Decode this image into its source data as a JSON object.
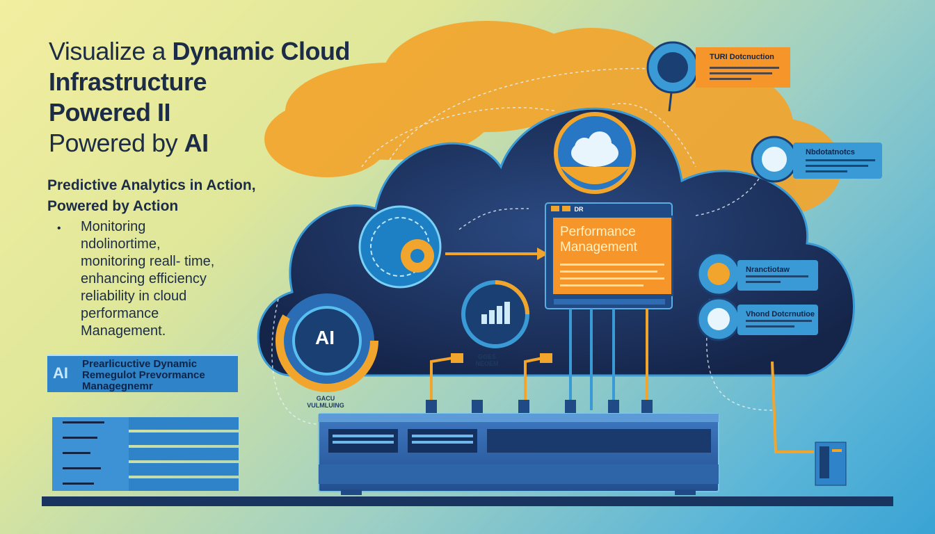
{
  "headline": {
    "line1_light": "Visualize a ",
    "line1_bold": "Dynamic Cloud",
    "line2": "Infrastructure",
    "line3": "Powered II",
    "line4_light": "Powered by ",
    "line4_bold": "AI"
  },
  "subhead": {
    "line1": "Predictive Analytics in Action,",
    "line2": "Powered by Action"
  },
  "bullets": {
    "marker": "•",
    "lines": [
      "Monitoring",
      "ndolinortime,",
      "monitoring reall- time,",
      "enhancing efficiency",
      "reliability in cloud",
      "performance",
      "Management."
    ]
  },
  "ai_banner": {
    "ai": "AI",
    "line1": "Prearlicuctive Dynamic",
    "line2": "Remegulot Prevormance",
    "line3": "Managegnemr"
  },
  "performance_panel": {
    "title_line1": "Performance",
    "title_line2": "Management",
    "header_tag": "DR"
  },
  "ai_circle": {
    "label": "AI",
    "caption_line1": "GACU",
    "caption_line2": "VULMLUING"
  },
  "chart_caption": {
    "line1": "GGES",
    "line2": "NEOEM"
  },
  "callouts": [
    {
      "title": "TURI Dotcnuction"
    },
    {
      "title": "Nbdotatnotcs"
    },
    {
      "title": "Nranctiotaw"
    },
    {
      "title": "Vhond Dotcrnutioe"
    }
  ],
  "colors": {
    "navy": "#1c2c46",
    "cloud_dark": "#1b2d55",
    "cloud_orange": "#f2a52d",
    "accent_blue": "#3a9ad6",
    "accent_orange": "#f6962a"
  }
}
